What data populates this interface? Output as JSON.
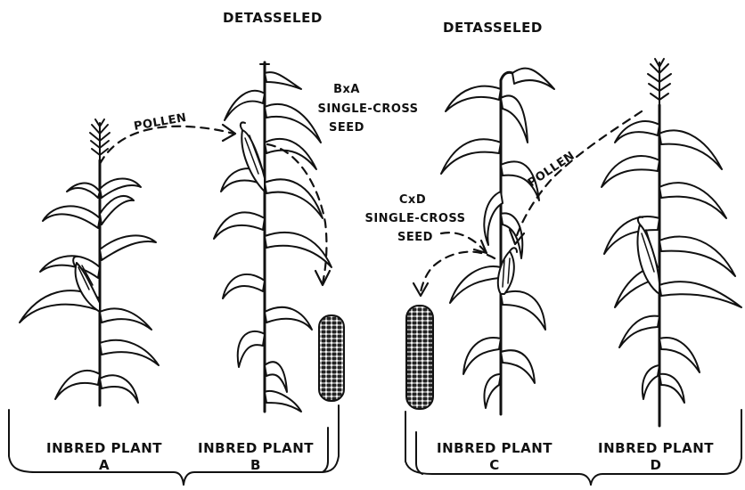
{
  "header": {
    "detasseled_left": "DETASSELED",
    "detasseled_right": "DETASSELED"
  },
  "labels": {
    "pollen_left": "POLLEN",
    "pollen_right": "POLLEN",
    "bxa_line1": "BxA",
    "bxa_line2": "SINGLE-CROSS",
    "bxa_line3": "SEED",
    "cxd_line1": "CxD",
    "cxd_line2": "SINGLE-CROSS",
    "cxd_line3": "SEED"
  },
  "plants": [
    {
      "line1": "INBRED PLANT",
      "line2": "A"
    },
    {
      "line1": "INBRED PLANT",
      "line2": "B"
    },
    {
      "line1": "INBRED PLANT",
      "line2": "C"
    },
    {
      "line1": "INBRED PLANT",
      "line2": "D"
    }
  ]
}
